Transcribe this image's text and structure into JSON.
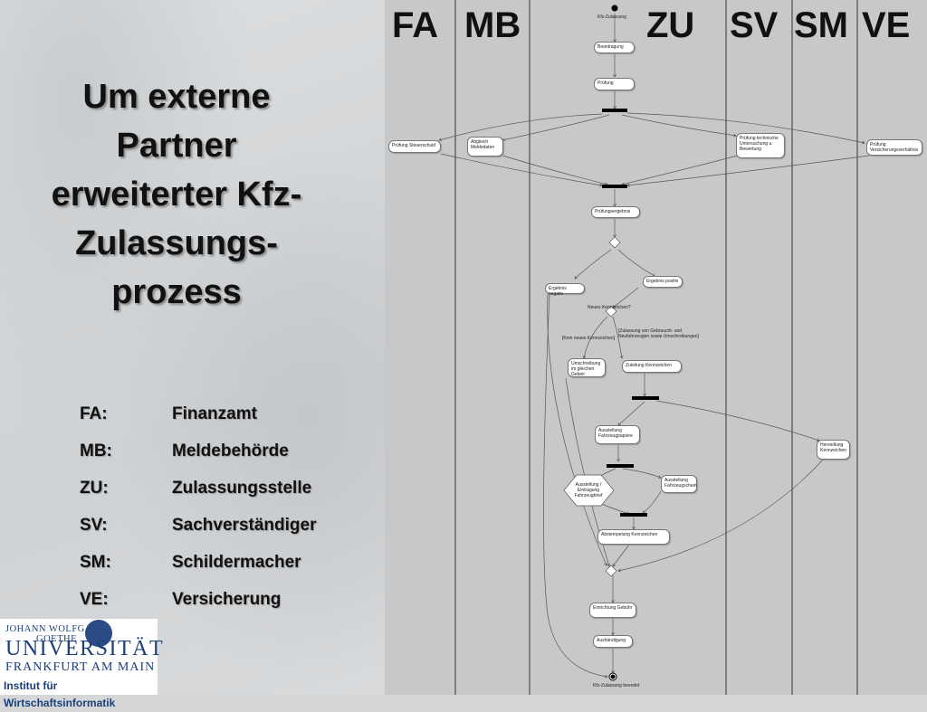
{
  "slide": {
    "title_lines": [
      "Um externe",
      "Partner",
      "erweiterter Kfz-",
      "Zulassungs-",
      "prozess"
    ],
    "legend": [
      {
        "abbr": "FA:",
        "full": "Finanzamt"
      },
      {
        "abbr": "MB:",
        "full": "Meldebehörde"
      },
      {
        "abbr": "ZU:",
        "full": "Zulassungsstelle"
      },
      {
        "abbr": "SV:",
        "full": "Sachverständiger"
      },
      {
        "abbr": "SM:",
        "full": "Schildermacher"
      },
      {
        "abbr": "VE:",
        "full": "Versicherung"
      }
    ]
  },
  "logo": {
    "line1": "JOHANN WOLFGANG",
    "line2": "GOETHE",
    "line3": "UNIVERSITÄT",
    "line4": "FRANKFURT AM MAIN",
    "line5": "Institut für Wirtschaftsinformatik"
  },
  "diagram": {
    "lanes": [
      "FA",
      "MB",
      "ZU",
      "SV",
      "SM",
      "VE"
    ],
    "nodes": {
      "start": "Kfz-Zulassung",
      "beantragung": "Beantragung",
      "pruefung": "Prüfung",
      "pruefung_steuerschuld": "Prüfung Steuerschuld",
      "abgleich": "Abgleich Meldedaten",
      "pruefung_technisch": "Prüfung technische Untersuchung u. Bewertung",
      "pruefung_versicherung": "Prüfung Versicherungsverhältnis",
      "pruefungsergebnis": "Prüfungsergebnis",
      "ergebnis_positiv": "Ergebnis positiv",
      "ergebnis_negativ": "Ergebnis negativ",
      "neues_kennzeichen": "Neues Kennzeichen?",
      "guard_kein": "[Kein neues Kennzeichen]",
      "guard_zulassung": "[Zulassung von Gebraucht- und Neufahrzeugen sowie Umschreibungen]",
      "umschreibung": "Umschreibung im gleichen Gebiet",
      "zuteilung": "Zuteilung Kennzeichen",
      "ausstellung_papiere": "Ausstellung Fahrzeugpapiere",
      "herstellung": "Herstellung Kennzeichen",
      "ausstellung_brief": "Ausstellung / Eintragung Fahrzeugbrief",
      "ausstellung_schein": "Ausstellung Fahrzeugschein",
      "abstempelung": "Abstempelung Kennzeichen",
      "entrichtung": "Entrichtung Gebühr",
      "aushaendigung": "Aushändigung",
      "end": "Kfz-Zulassung beendet"
    }
  }
}
